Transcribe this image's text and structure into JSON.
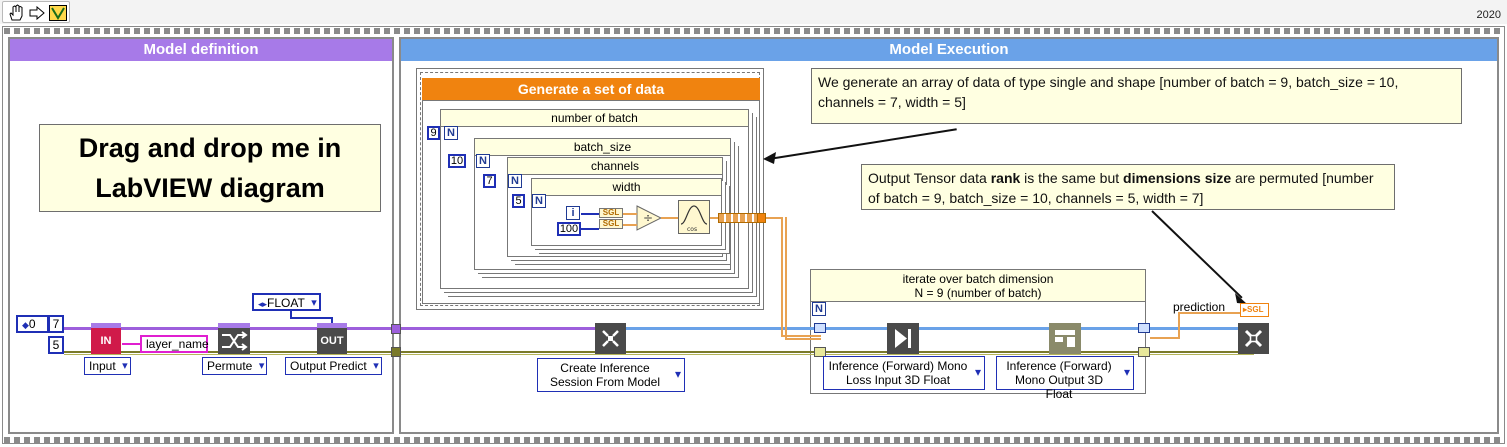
{
  "toolbar": {
    "version": "2020",
    "icons": [
      "hand-icon",
      "run-arrow-icon",
      "vi-icon"
    ]
  },
  "frames": {
    "model_definition": {
      "title": "Model definition"
    },
    "model_execution": {
      "title": "Model Execution"
    }
  },
  "notes": {
    "drag_drop": {
      "line1": "Drag and drop me in",
      "line2": "LabVIEW diagram"
    },
    "array_desc": "We generate an array of data of type single and shape [number of batch = 9, batch_size = 10, channels = 7, width = 5]",
    "output_desc": {
      "prefix": "Output Tensor data ",
      "bold1": "rank",
      "middle": " is the same but ",
      "bold2": "dimensions size",
      "suffix": " are permuted [number of batch = 9, batch_size = 10, channels = 5, width = 7]"
    }
  },
  "generate_frame": {
    "title": "Generate a set of data"
  },
  "loops": {
    "number_of_batch": {
      "label": "number of batch",
      "count": "9"
    },
    "batch_size": {
      "label": "batch_size",
      "count": "10"
    },
    "channels": {
      "label": "channels",
      "count": "7"
    },
    "width": {
      "label": "width",
      "count": "5"
    },
    "iterate": {
      "label_line1": "iterate over batch dimension",
      "label_line2": "N = 9 (number of batch)"
    }
  },
  "inner": {
    "i": "i",
    "const_100": "100",
    "sgl": "SGL",
    "cos": "cos"
  },
  "model_def": {
    "array_index": "0",
    "array_values": [
      "7",
      "5"
    ],
    "input_node": "IN",
    "input_select": "Input",
    "layer_name": "layer_name",
    "permute_select": "Permute",
    "float_select": "FLOAT",
    "output_node": "OUT",
    "output_select": "Output Predict"
  },
  "execution": {
    "create_session": "Create Inference Session From Model",
    "inference_loss": "Inference (Forward) Mono Loss Input 3D Float",
    "inference_output": "Inference (Forward) Mono Output 3D Float",
    "prediction": "prediction",
    "prediction_type": "SGL",
    "n_label": "N"
  },
  "colors": {
    "purple_frame": "#a77ae8",
    "blue_frame": "#6aa2e8",
    "orange_frame": "#f0830f",
    "note_bg": "#ffffe1"
  }
}
